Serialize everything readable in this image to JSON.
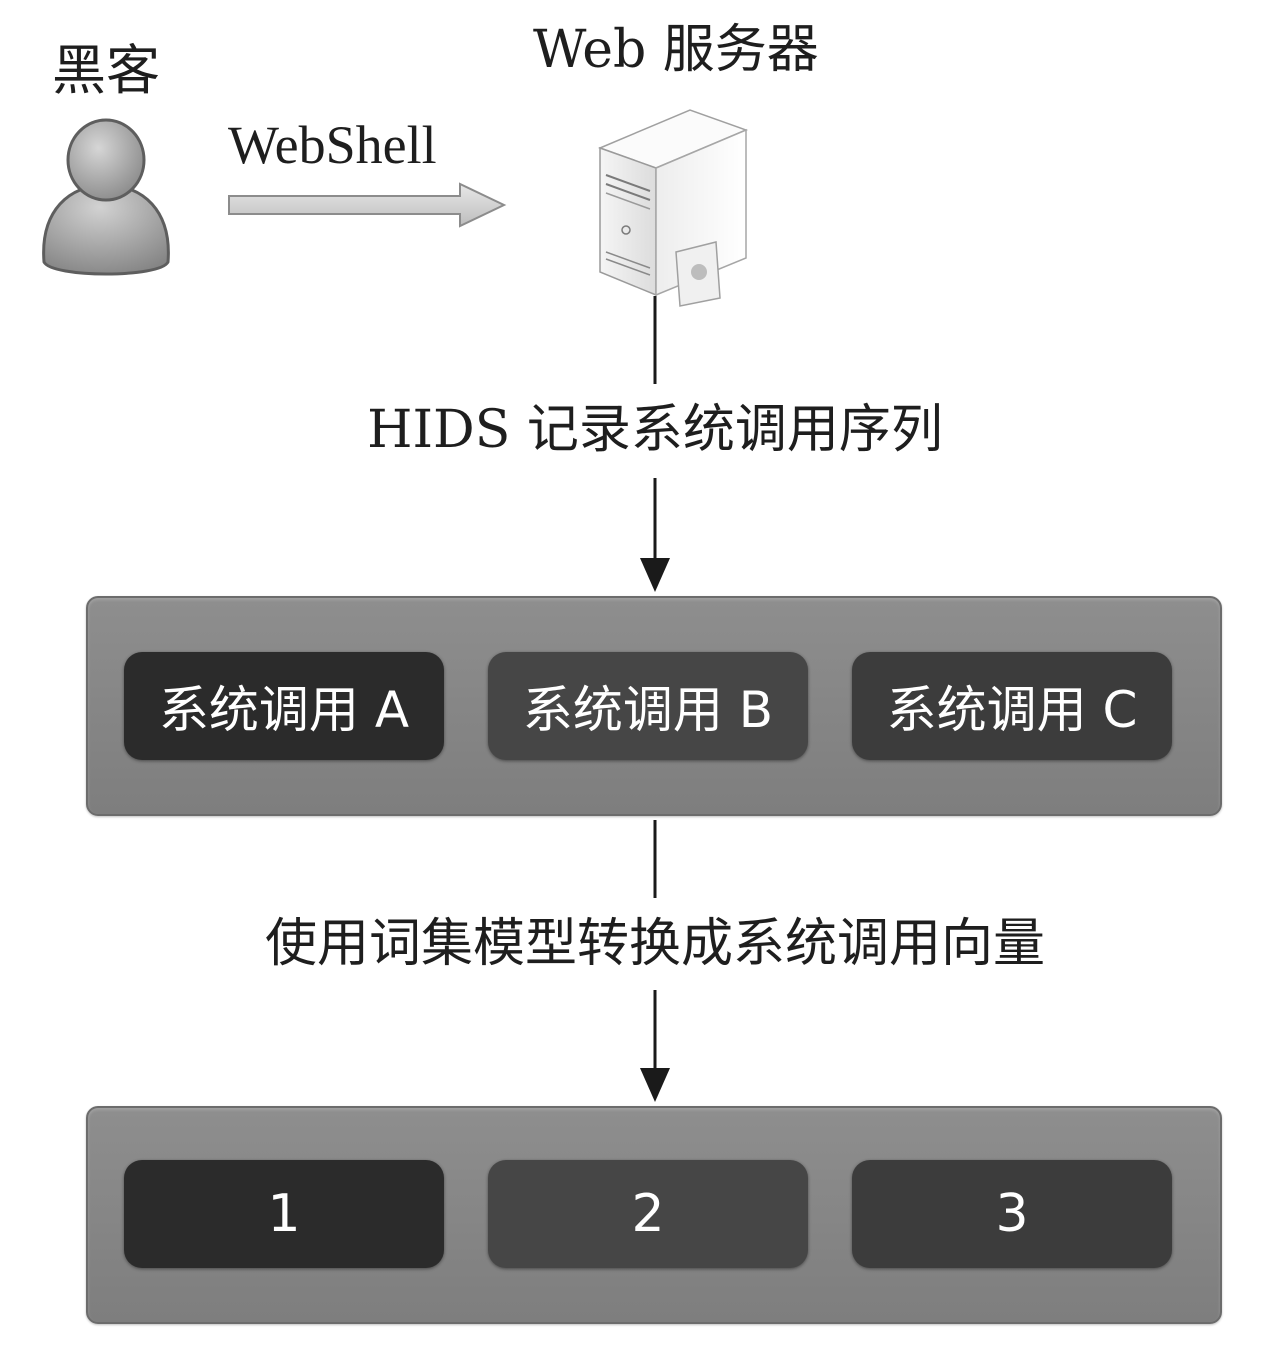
{
  "nodes": {
    "hacker": "黑客",
    "server": "Web 服务器",
    "webshell": "WebShell"
  },
  "steps": {
    "record": "HIDS 记录系统调用序列",
    "convert": "使用词集模型转换成系统调用向量"
  },
  "syscall_sequence": [
    "系统调用 A",
    "系统调用 B",
    "系统调用 C"
  ],
  "vector": [
    "1",
    "2",
    "3"
  ],
  "icons": {
    "hacker": "user-icon",
    "server": "server-icon",
    "webshell_arrow": "arrow-right-icon"
  }
}
